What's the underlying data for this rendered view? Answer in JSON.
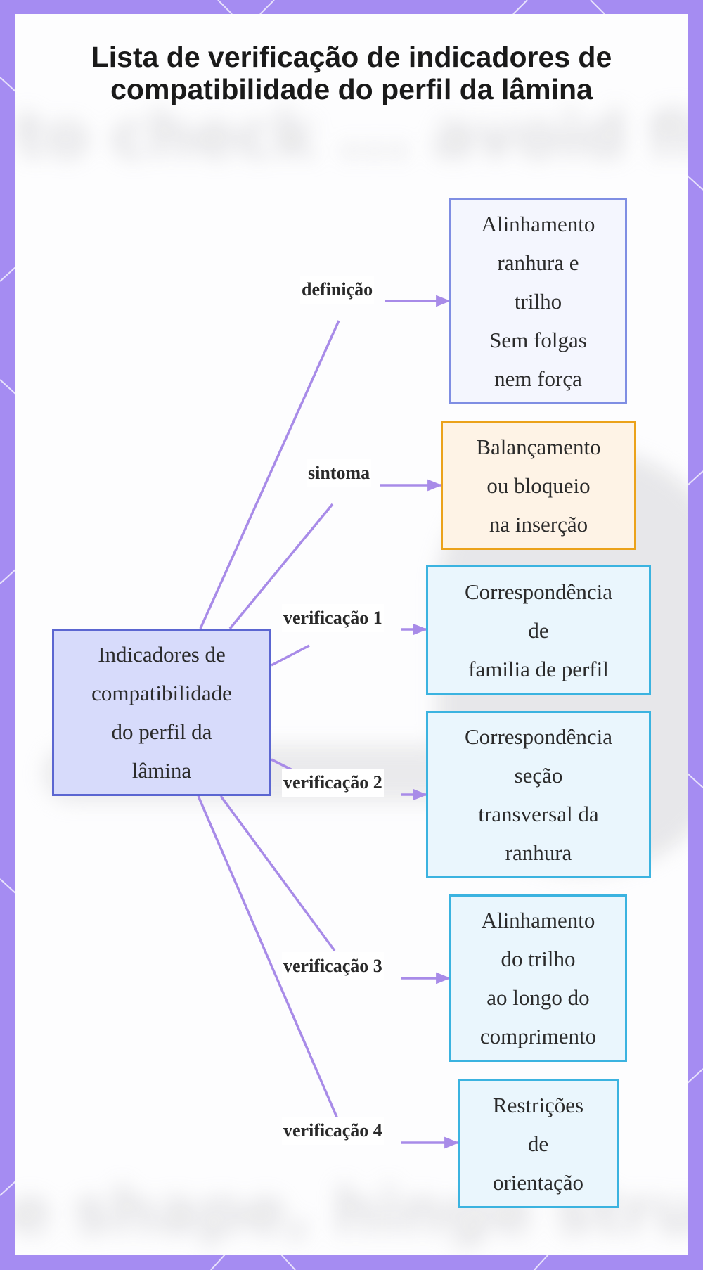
{
  "title": "Lista de verificação de indicadores de compatibilidade do perfil da lâmina",
  "background_text": {
    "top": "to check ... avoid fit p",
    "bottom": "e shape, hinge structu"
  },
  "root": {
    "label": "Indicadores de\ncompatibilidade\ndo perfil da\nlâmina"
  },
  "branches": [
    {
      "edge_label": "definição",
      "kind": "definition",
      "text": "Alinhamento\nranhura e\ntrilho\nSem folgas\nnem força"
    },
    {
      "edge_label": "sintoma",
      "kind": "symptom",
      "text": "Balançamento\nou bloqueio\nna inserção"
    },
    {
      "edge_label": "verificação 1",
      "kind": "check",
      "text": "Correspondência\nde\nfamilia de perfil"
    },
    {
      "edge_label": "verificação 2",
      "kind": "check",
      "text": "Correspondência\nseção\ntransversal da\nranhura"
    },
    {
      "edge_label": "verificação 3",
      "kind": "check",
      "text": "Alinhamento\ndo trilho\nao longo do\ncomprimento"
    },
    {
      "edge_label": "verificação 4",
      "kind": "check",
      "text": "Restrições\nde\norientação"
    }
  ],
  "colors": {
    "frame": "#a58cf2",
    "edge": "#a88be8",
    "root_fill": "#d7dbfb",
    "root_border": "#5b66d1",
    "definition_border": "#7f8ee3",
    "symptom_border": "#eba21b",
    "check_border": "#3bb3e0"
  }
}
